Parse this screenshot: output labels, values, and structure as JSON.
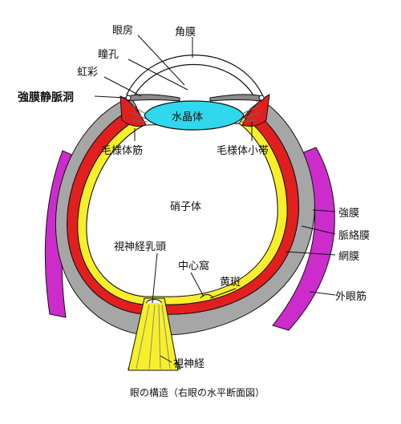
{
  "diagram": {
    "caption": "眼の構造（右眼の水平断面図）",
    "labels": {
      "anterior_chamber": "眼房",
      "cornea": "角膜",
      "pupil": "瞳孔",
      "iris": "虹彩",
      "schlemm_canal": "強膜静脈洞",
      "lens": "水晶体",
      "ciliary_muscle": "毛様体筋",
      "zonule": "毛様体小帯",
      "vitreous": "硝子体",
      "sclera": "強膜",
      "choroid": "脈絡膜",
      "retina": "網膜",
      "optic_disc": "視神経乳頭",
      "fovea": "中心窩",
      "macula": "黄斑",
      "extraocular_muscle": "外眼筋",
      "optic_nerve": "視神経"
    },
    "colors": {
      "sclera": "#a6a6a6",
      "choroid": "#e21f1f",
      "retina": "#f7ef2a",
      "lens": "#2fd8ec",
      "muscle": "#cc2ccc",
      "outline": "#111111"
    }
  }
}
